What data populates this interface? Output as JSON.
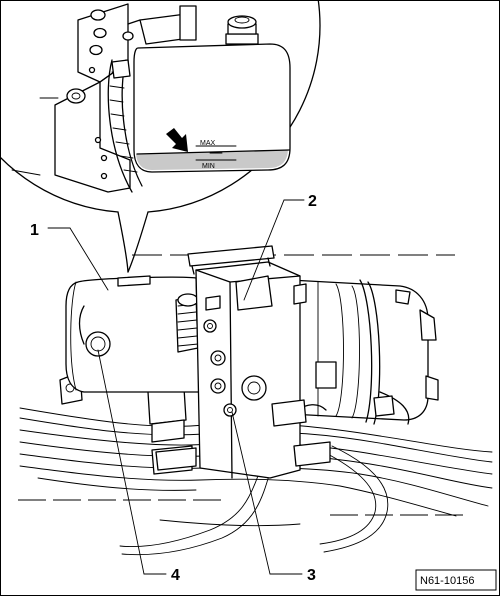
{
  "diagram": {
    "callouts": {
      "c1": "1",
      "c2": "2",
      "c3": "3",
      "c4": "4"
    },
    "reservoir_marks": {
      "max": "MAX",
      "min": "MIN"
    },
    "reference_code": "N61-10156"
  }
}
